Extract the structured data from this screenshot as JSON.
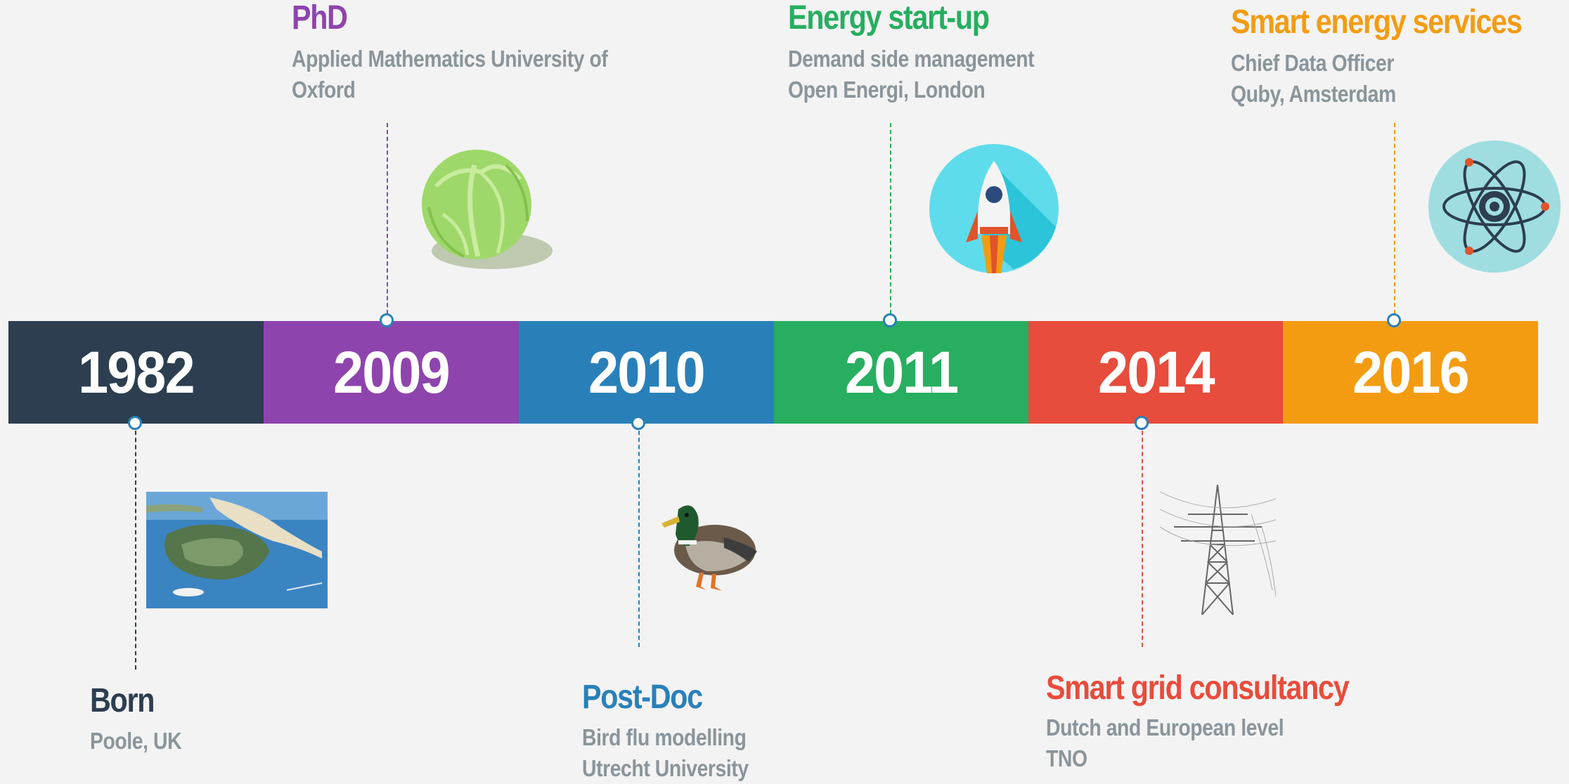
{
  "timeline": {
    "segments": [
      {
        "year": "1982",
        "color": "#2c3e50"
      },
      {
        "year": "2009",
        "color": "#8e44ad"
      },
      {
        "year": "2010",
        "color": "#2980b9"
      },
      {
        "year": "2011",
        "color": "#27ae60"
      },
      {
        "year": "2014",
        "color": "#e74c3c"
      },
      {
        "year": "2016",
        "color": "#f39c12"
      }
    ]
  },
  "events": {
    "born": {
      "title": "Born",
      "lines": [
        "Poole, UK"
      ],
      "color": "#2c3e50"
    },
    "phd": {
      "title": "PhD",
      "lines": [
        "Applied Mathematics University of",
        "Oxford"
      ],
      "color": "#8e44ad"
    },
    "postdoc": {
      "title": "Post-Doc",
      "lines": [
        "Bird flu modelling",
        "Utrecht University"
      ],
      "color": "#2980b9"
    },
    "startup": {
      "title": "Energy start-up",
      "lines": [
        "Demand side management",
        "Open Energi, London"
      ],
      "color": "#27ae60"
    },
    "consultancy": {
      "title": "Smart grid consultancy",
      "lines": [
        "Dutch and European level",
        "TNO"
      ],
      "color": "#e74c3c"
    },
    "services": {
      "title": "Smart energy services",
      "lines": [
        "Chief Data Officer",
        "Quby, Amsterdam"
      ],
      "color": "#f39c12"
    }
  },
  "icons": {
    "born": "coastal-peninsula-photo",
    "phd": "cabbage-icon",
    "postdoc": "duck-photo",
    "startup": "rocket-icon",
    "consultancy": "pylon-icon",
    "services": "atom-gear-icon"
  }
}
